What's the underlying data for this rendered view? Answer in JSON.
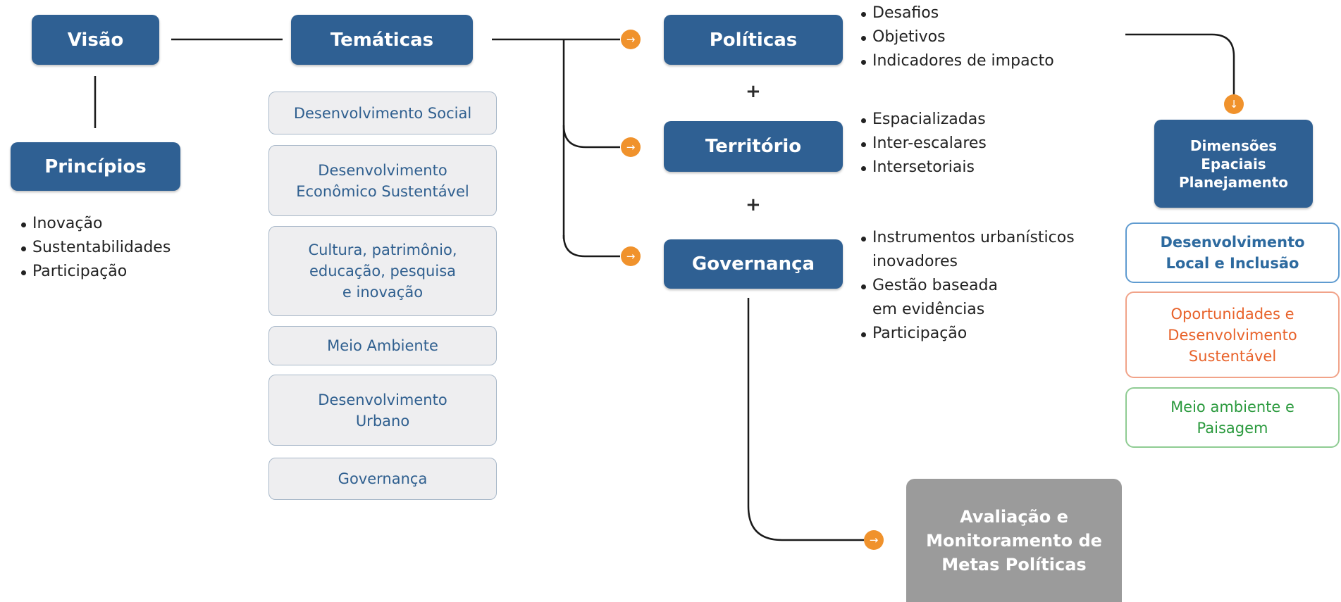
{
  "nodes": {
    "visao": "Visão",
    "tematicas": "Temáticas",
    "politicas": "Políticas",
    "territorio": "Território",
    "governanca": "Governança",
    "principios": "Princípios",
    "dimensoes": [
      "Dimensões",
      "Epaciais",
      "Planejamento"
    ],
    "avaliacao": [
      "Avaliação e",
      "Monitoramento de",
      "Metas Políticas"
    ]
  },
  "principios_items": [
    "Inovação",
    "Sustentabilidades",
    "Participação"
  ],
  "tematicas_items": [
    [
      "Desenvolvimento Social"
    ],
    [
      "Desenvolvimento",
      "Econômico Sustentável"
    ],
    [
      "Cultura, patrimônio,",
      "educação, pesquisa",
      "e inovação"
    ],
    [
      "Meio Ambiente"
    ],
    [
      "Desenvolvimento",
      "Urbano"
    ],
    [
      "Governança"
    ]
  ],
  "politicas_items": [
    "Desafios",
    "Objetivos",
    "Indicadores de impacto"
  ],
  "territorio_items": [
    "Espacializadas",
    "Inter-escalares",
    "Intersetoriais"
  ],
  "governanca_items": [
    [
      "Instrumentos urbanísticos",
      "inovadores"
    ],
    [
      "Gestão baseada",
      "em evidências"
    ],
    [
      "Participação"
    ]
  ],
  "plus": "+",
  "dimensoes_items": [
    {
      "lines": [
        "Desenvolvimento",
        "Local e Inclusão"
      ],
      "color": "#2d6a9f",
      "border": "#5f9bd0",
      "bold": true
    },
    {
      "lines": [
        "Oportunidades e",
        "Desenvolvimento",
        "Sustentável"
      ],
      "color": "#e8622a",
      "border": "#f1a389",
      "bold": false
    },
    {
      "lines": [
        "Meio ambiente e",
        "Paisagem"
      ],
      "color": "#2b9a3e",
      "border": "#8fcc93",
      "bold": false
    }
  ],
  "icons": {
    "arrow_right": "arrow-right-icon",
    "arrow_down": "arrow-down-icon"
  },
  "colors": {
    "primary": "#2f6093",
    "accent": "#f0922c",
    "gray": "#9b9b9b"
  }
}
